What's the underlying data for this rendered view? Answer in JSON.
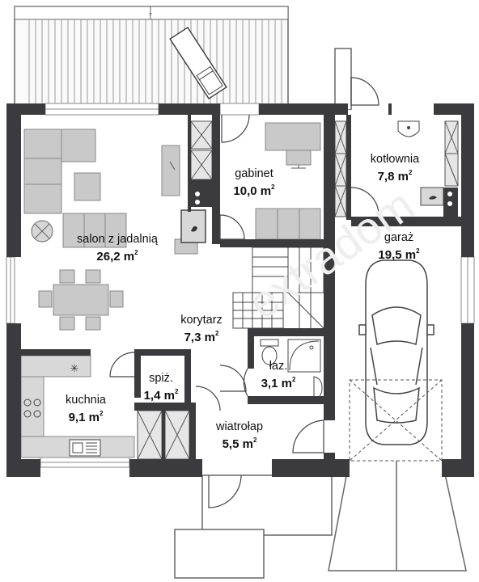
{
  "rooms": [
    {
      "id": "salon",
      "name": "salon z jadalnią",
      "area": "26,2 m",
      "unit_sup": "2"
    },
    {
      "id": "gabinet",
      "name": "gabinet",
      "area": "10,0 m",
      "unit_sup": "2"
    },
    {
      "id": "kotlownia",
      "name": "kotłownia",
      "area": "7,8 m",
      "unit_sup": "2"
    },
    {
      "id": "garaz",
      "name": "garaż",
      "area": "19,5 m",
      "unit_sup": "2"
    },
    {
      "id": "korytarz",
      "name": "korytarz",
      "area": "7,3 m",
      "unit_sup": "2"
    },
    {
      "id": "lazienka",
      "name": "łaz.",
      "area": "3,1 m",
      "unit_sup": "2"
    },
    {
      "id": "spizarnia",
      "name": "spiż.",
      "area": "1,4 m",
      "unit_sup": "2"
    },
    {
      "id": "kuchnia",
      "name": "kuchnia",
      "area": "9,1 m",
      "unit_sup": "2"
    },
    {
      "id": "wiatrolap",
      "name": "wiatrołap",
      "area": "5,5 m",
      "unit_sup": "2"
    }
  ],
  "colors": {
    "wall": "#3b3b3d",
    "furniture": "#c9c9c9",
    "furniture_dark": "#a9a9a9",
    "terrace": "#fafafa",
    "line": "#555555",
    "watermark": "#eeeeee"
  }
}
